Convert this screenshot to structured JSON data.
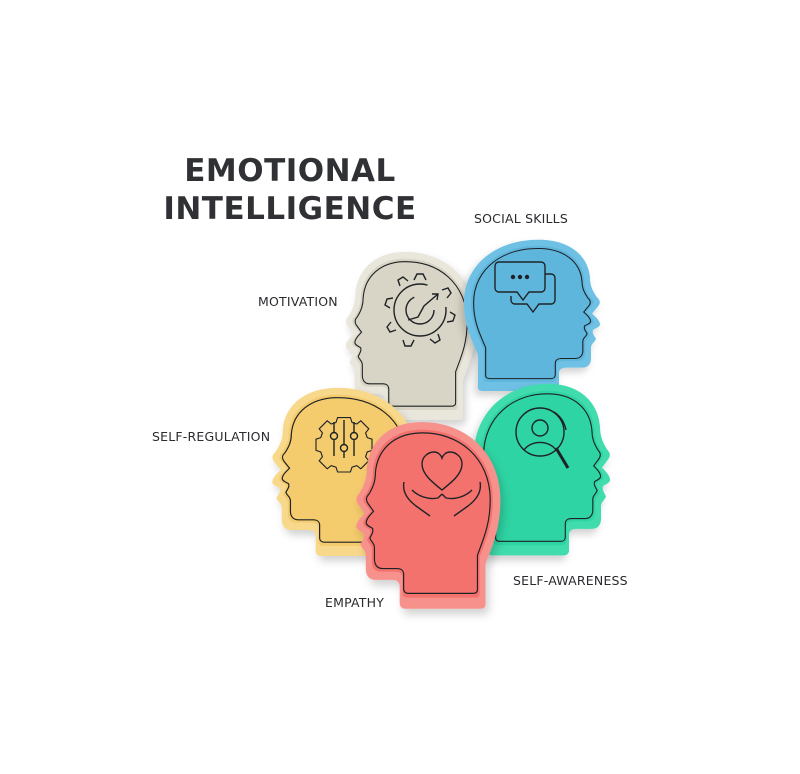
{
  "title": {
    "line1": "EMOTIONAL",
    "line2": "INTELLIGENCE"
  },
  "components": [
    {
      "label": "MOTIVATION",
      "color": "#d8d4c6",
      "icon": "gear-arrow-icon",
      "facing": "left"
    },
    {
      "label": "SOCIAL SKILLS",
      "color": "#64b8de",
      "icon": "chat-bubbles-icon",
      "facing": "right"
    },
    {
      "label": "SELF-REGULATION",
      "color": "#f4cb6d",
      "icon": "gear-sliders-icon",
      "facing": "left"
    },
    {
      "label": "SELF-AWARENESS",
      "color": "#2fd4a3",
      "icon": "magnifier-person-icon",
      "facing": "right"
    },
    {
      "label": "EMPATHY",
      "color": "#f4726e",
      "icon": "heart-hands-icon",
      "facing": "left"
    }
  ],
  "colors": {
    "title_text": "#2f3134",
    "outline": "#1f2326",
    "background": "#ffffff"
  }
}
